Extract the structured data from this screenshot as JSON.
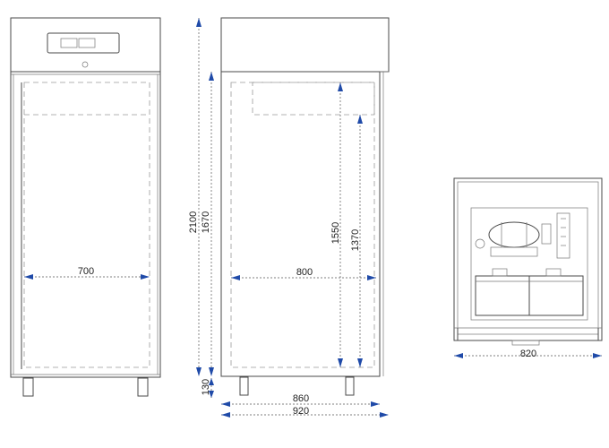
{
  "dimensions": {
    "inner_width_front": "700",
    "total_height": "2100",
    "body_height": "1670",
    "inner_width_side": "800",
    "inner_height_1": "1550",
    "inner_height_2": "1370",
    "feet_height": "130",
    "body_depth": "860",
    "total_depth": "920",
    "top_width": "820"
  },
  "colors": {
    "line": "#4a4a4a",
    "arrow": "#1f4aa8"
  }
}
